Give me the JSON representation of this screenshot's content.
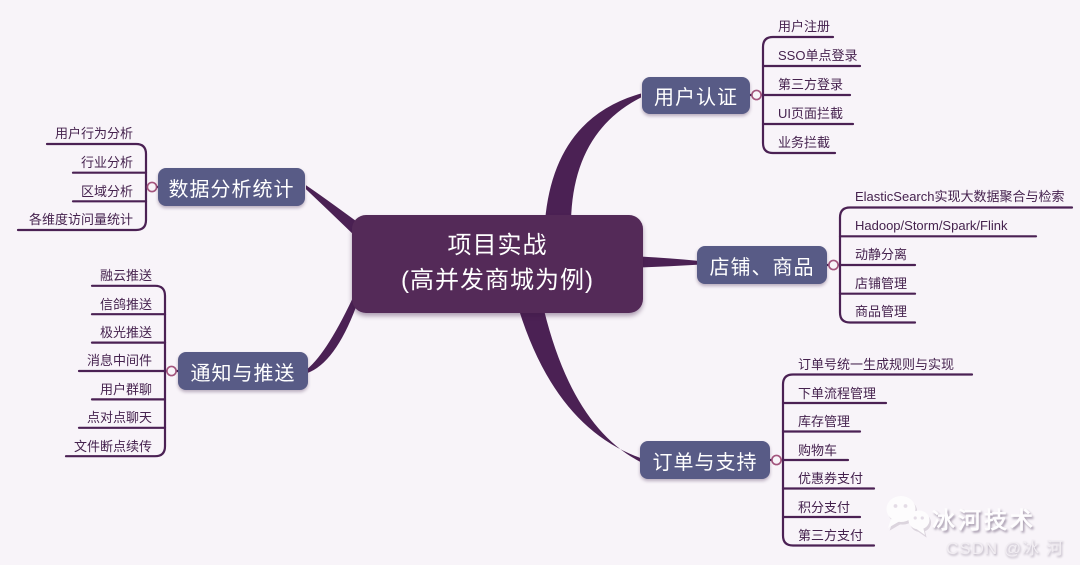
{
  "root": {
    "line1": "项目实战",
    "line2": "(高并发商城为例)"
  },
  "branches": [
    {
      "label": "用户认证",
      "children": [
        "用户注册",
        "SSO单点登录",
        "第三方登录",
        "UI页面拦截",
        "业务拦截"
      ]
    },
    {
      "label": "店铺、商品",
      "children": [
        "ElasticSearch实现大数据聚合与检索",
        "Hadoop/Storm/Spark/Flink",
        "动静分离",
        "店铺管理",
        "商品管理"
      ]
    },
    {
      "label": "订单与支持",
      "children": [
        "订单号统一生成规则与实现",
        "下单流程管理",
        "库存管理",
        "购物车",
        "优惠券支付",
        "积分支付",
        "第三方支付"
      ]
    },
    {
      "label": "数据分析统计",
      "children": [
        "用户行为分析",
        "行业分析",
        "区域分析",
        "各维度访问量统计"
      ]
    },
    {
      "label": "通知与推送",
      "children": [
        "融云推送",
        "信鸽推送",
        "极光推送",
        "消息中间件",
        "用户群聊",
        "点对点聊天",
        "文件断点续传"
      ]
    }
  ],
  "watermark": {
    "brand": "冰河技术",
    "credit": "CSDN @冰 河",
    "icon": "wechat-bubbles-icon"
  },
  "colors": {
    "background": "#f8f4f9",
    "root_fill": "#542a58",
    "branch_fill": "#585b86",
    "node_text": "#ffffff",
    "line": "#4b2154",
    "leaf_text": "#45224e",
    "connector_ring": "#a3557d"
  }
}
